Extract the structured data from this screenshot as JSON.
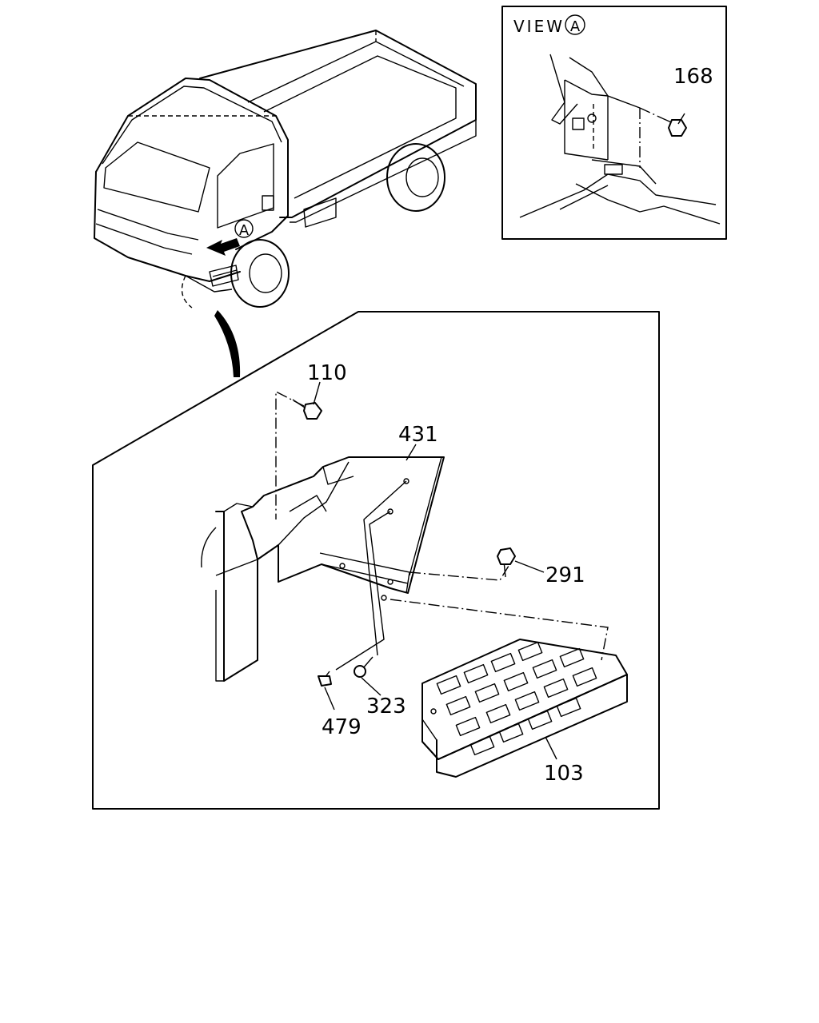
{
  "view_box": {
    "title_prefix": "VIEW",
    "marker": "A"
  },
  "callout_marker": "A",
  "parts": {
    "p168": "168",
    "p110": "110",
    "p431": "431",
    "p291": "291",
    "p323": "323",
    "p479": "479",
    "p103": "103"
  }
}
